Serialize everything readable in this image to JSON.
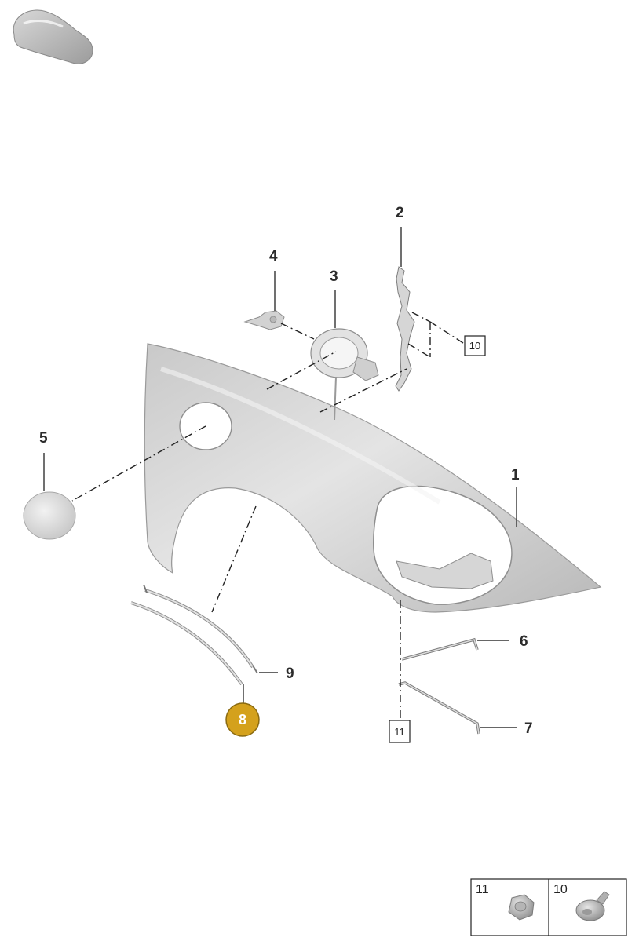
{
  "callouts": {
    "c1": "1",
    "c2": "2",
    "c3": "3",
    "c4": "4",
    "c5": "5",
    "c6": "6",
    "c7": "7",
    "c8": "8",
    "c9": "9",
    "box10": "10",
    "box11": "11"
  },
  "legend": {
    "left": "11",
    "right": "10"
  },
  "colors": {
    "highlight": "#d4a11c",
    "highlight_border": "#8a6a10",
    "part_fill": "#cfcfcf"
  },
  "icons": [
    "car-thumbnail-icon",
    "nut-icon",
    "bolt-icon"
  ]
}
